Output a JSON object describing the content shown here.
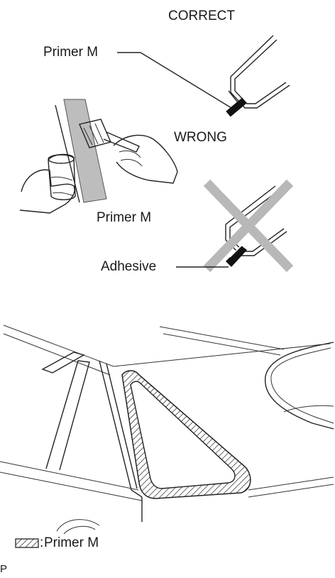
{
  "labels": {
    "correct": "CORRECT",
    "wrong": "WRONG",
    "primer_top": "Primer M",
    "primer_middle": "Primer M",
    "adhesive": "Adhesive",
    "legend_colon": ":",
    "legend_primer": "Primer M",
    "corner_code": "P"
  },
  "icons": {
    "wrong_mark": "x-mark-icon",
    "legend_swatch": "hatched-swatch-icon"
  },
  "colors": {
    "line": "#222222",
    "x_mark": "#b8b8b8",
    "bar": "#bdbdbd",
    "primer_fill": "#111111"
  }
}
